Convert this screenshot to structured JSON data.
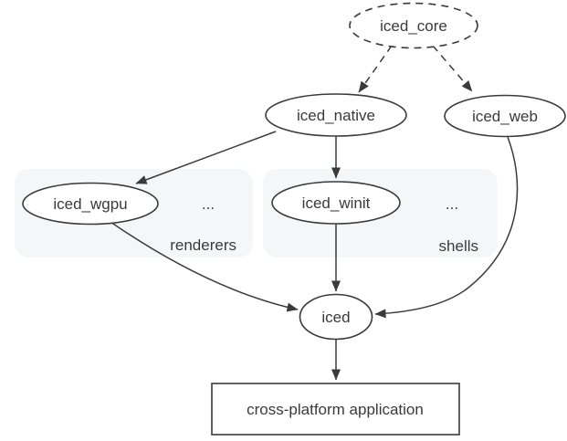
{
  "diagram": {
    "nodes": {
      "iced_core": {
        "label": "iced_core",
        "shape": "ellipse",
        "border": "dashed"
      },
      "iced_native": {
        "label": "iced_native",
        "shape": "ellipse",
        "border": "solid"
      },
      "iced_web": {
        "label": "iced_web",
        "shape": "ellipse",
        "border": "solid"
      },
      "iced_wgpu": {
        "label": "iced_wgpu",
        "shape": "ellipse",
        "border": "solid",
        "group": "renderers"
      },
      "iced_winit": {
        "label": "iced_winit",
        "shape": "ellipse",
        "border": "solid",
        "group": "shells"
      },
      "iced": {
        "label": "iced",
        "shape": "ellipse",
        "border": "solid"
      },
      "application": {
        "label": "cross-platform application",
        "shape": "rect",
        "border": "solid"
      }
    },
    "groups": {
      "renderers": {
        "label": "renderers",
        "ellipsis": "..."
      },
      "shells": {
        "label": "shells",
        "ellipsis": "..."
      }
    },
    "edges": [
      {
        "from": "iced_core",
        "to": "iced_native",
        "style": "dashed"
      },
      {
        "from": "iced_core",
        "to": "iced_web",
        "style": "dashed"
      },
      {
        "from": "iced_native",
        "to": "iced_wgpu",
        "style": "solid"
      },
      {
        "from": "iced_native",
        "to": "iced_winit",
        "style": "solid"
      },
      {
        "from": "iced_wgpu",
        "to": "iced",
        "style": "solid"
      },
      {
        "from": "iced_winit",
        "to": "iced",
        "style": "solid"
      },
      {
        "from": "iced_web",
        "to": "iced",
        "style": "solid"
      },
      {
        "from": "iced",
        "to": "application",
        "style": "solid"
      }
    ],
    "colors": {
      "line": "#3a3a3a",
      "text": "#3a3a3a",
      "accent": "#1a73e8",
      "group_fill": "#f5f6f8",
      "node_fill": "#ffffff",
      "background": "#ffffff"
    }
  }
}
